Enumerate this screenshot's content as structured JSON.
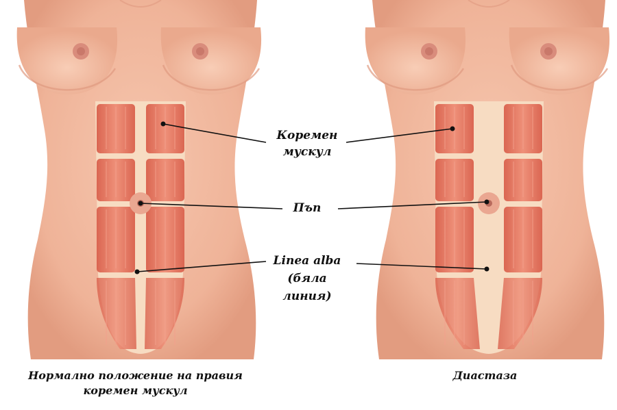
{
  "labels": {
    "muscle_line1": "Коремен",
    "muscle_line2": "мускул",
    "navel": "Пъп",
    "linea_alba_line1": "Linea alba",
    "linea_alba_line2": "(бяла",
    "linea_alba_line3": "линия)"
  },
  "captions": {
    "normal_line1": "Нормално положение на правия",
    "normal_line2": "коремен мускул",
    "diastasis": "Диастаза"
  },
  "colors": {
    "skin": "#f0b9a0",
    "skin_shadow": "#e09a80",
    "muscle": "#e2735e",
    "linea_alba": "#f7dcc2",
    "line": "#111111"
  }
}
